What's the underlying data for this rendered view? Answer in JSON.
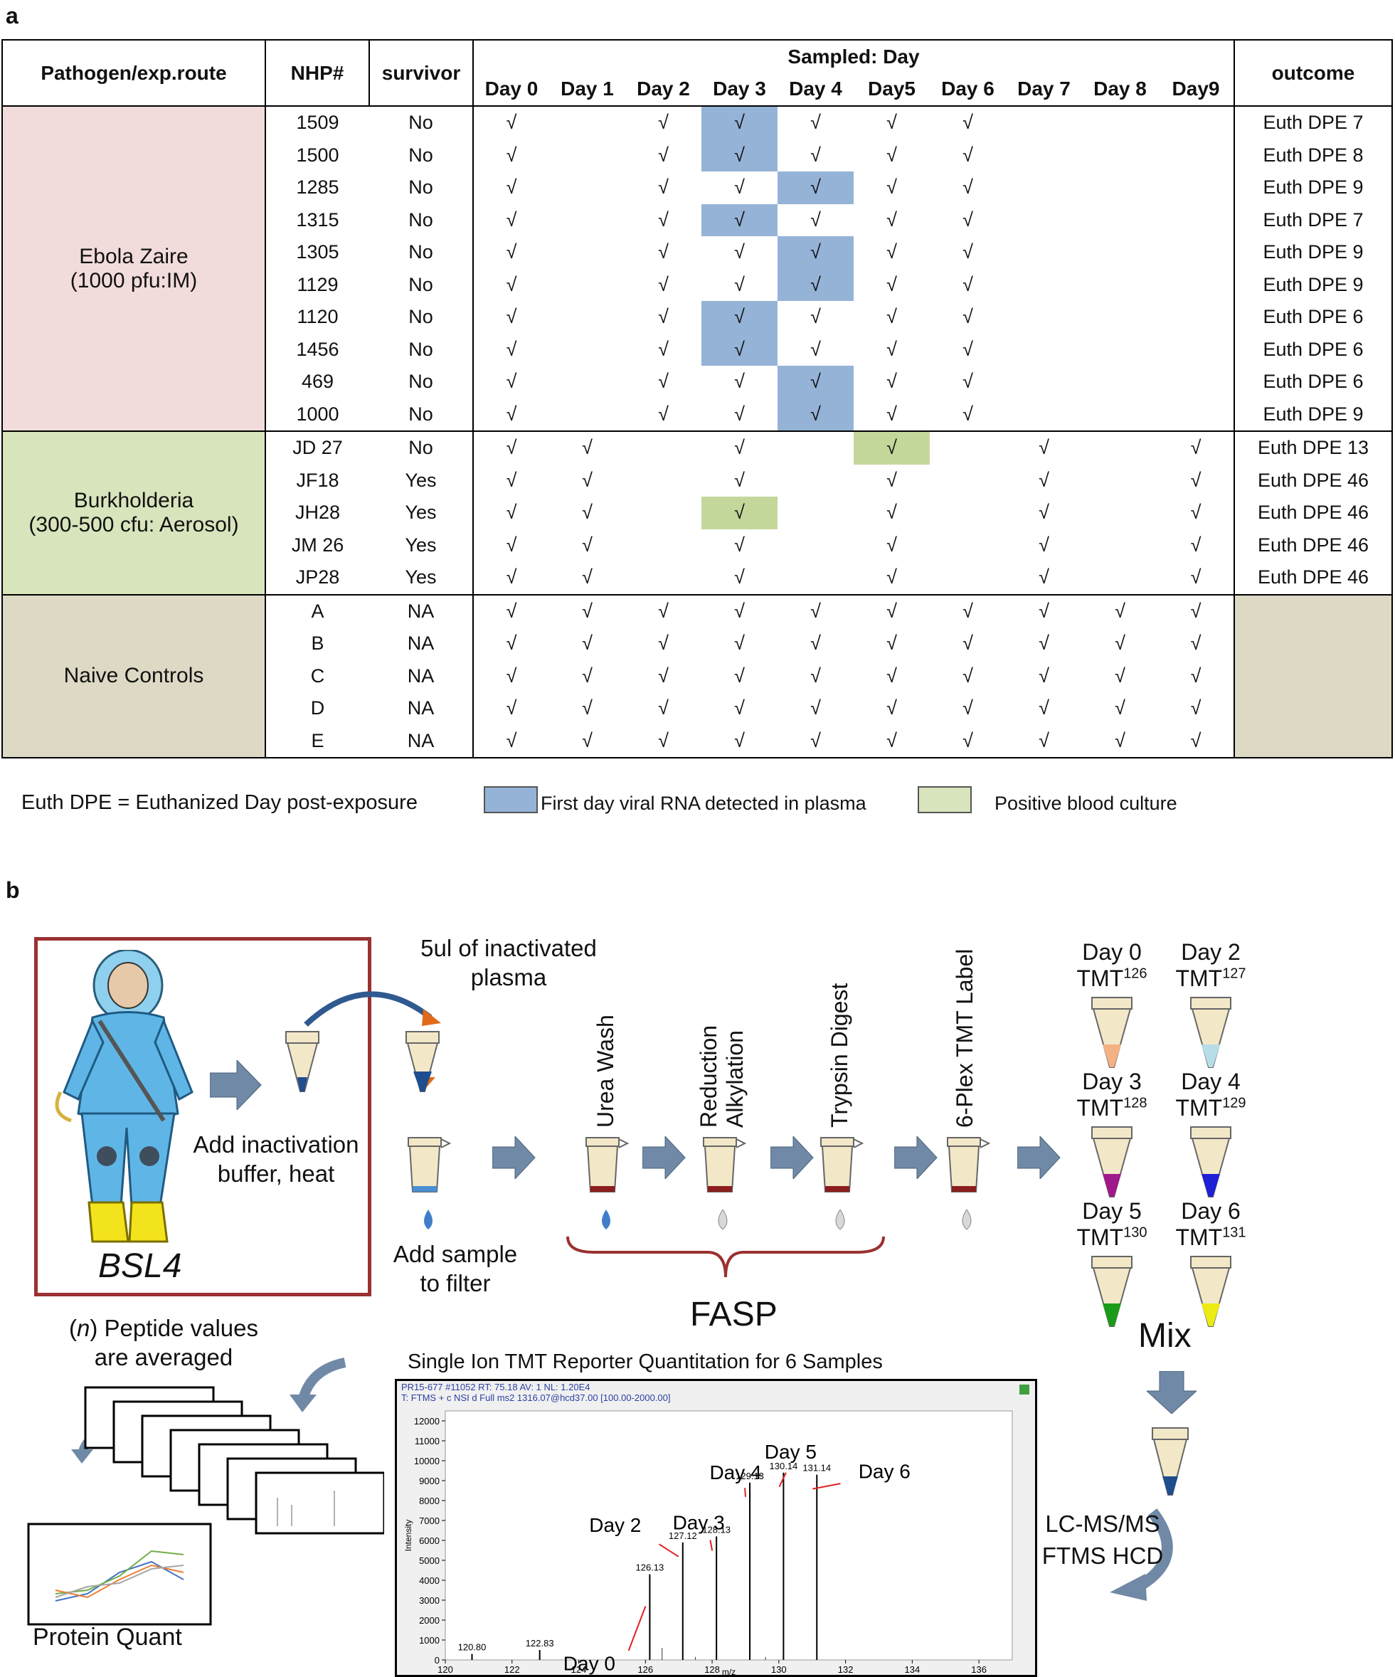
{
  "panel_a": {
    "label": "a",
    "header": {
      "pathogen": "Pathogen/exp.route",
      "nhp": "NHP#",
      "survivor": "survivor",
      "sampled": "Sampled: Day",
      "days": [
        "Day 0",
        "Day 1",
        "Day 2",
        "Day 3",
        "Day 4",
        "Day5",
        "Day 6",
        "Day 7",
        "Day 8",
        "Day9"
      ],
      "outcome": "outcome"
    },
    "groups": [
      {
        "name_line1": "Ebola Zaire",
        "name_line2": "(1000 pfu:IM)",
        "color": "#f2dcdb",
        "rows": [
          {
            "nhp": "1509",
            "survivor": "No",
            "checks": [
              1,
              0,
              1,
              1,
              1,
              1,
              1,
              0,
              0,
              0
            ],
            "blue": 3,
            "outcome": "Euth DPE 7"
          },
          {
            "nhp": "1500",
            "survivor": "No",
            "checks": [
              1,
              0,
              1,
              1,
              1,
              1,
              1,
              0,
              0,
              0
            ],
            "blue": 3,
            "outcome": "Euth DPE 8"
          },
          {
            "nhp": "1285",
            "survivor": "No",
            "checks": [
              1,
              0,
              1,
              1,
              1,
              1,
              1,
              0,
              0,
              0
            ],
            "blue": 4,
            "outcome": "Euth DPE 9"
          },
          {
            "nhp": "1315",
            "survivor": "No",
            "checks": [
              1,
              0,
              1,
              1,
              1,
              1,
              1,
              0,
              0,
              0
            ],
            "blue": 3,
            "outcome": "Euth DPE 7"
          },
          {
            "nhp": "1305",
            "survivor": "No",
            "checks": [
              1,
              0,
              1,
              1,
              1,
              1,
              1,
              0,
              0,
              0
            ],
            "blue": 4,
            "outcome": "Euth DPE 9"
          },
          {
            "nhp": "1129",
            "survivor": "No",
            "checks": [
              1,
              0,
              1,
              1,
              1,
              1,
              1,
              0,
              0,
              0
            ],
            "blue": 4,
            "outcome": "Euth DPE 9"
          },
          {
            "nhp": "1120",
            "survivor": "No",
            "checks": [
              1,
              0,
              1,
              1,
              1,
              1,
              1,
              0,
              0,
              0
            ],
            "blue": 3,
            "outcome": "Euth DPE 6"
          },
          {
            "nhp": "1456",
            "survivor": "No",
            "checks": [
              1,
              0,
              1,
              1,
              1,
              1,
              1,
              0,
              0,
              0
            ],
            "blue": 3,
            "outcome": "Euth DPE 6"
          },
          {
            "nhp": "469",
            "survivor": "No",
            "checks": [
              1,
              0,
              1,
              1,
              1,
              1,
              1,
              0,
              0,
              0
            ],
            "blue": 4,
            "outcome": "Euth DPE 6"
          },
          {
            "nhp": "1000",
            "survivor": "No",
            "checks": [
              1,
              0,
              1,
              1,
              1,
              1,
              1,
              0,
              0,
              0
            ],
            "blue": 4,
            "outcome": "Euth DPE 9"
          }
        ]
      },
      {
        "name_line1": "Burkholderia",
        "name_line2": "(300-500 cfu: Aerosol)",
        "color": "#d8e4bc",
        "rows": [
          {
            "nhp": "JD 27",
            "survivor": "No",
            "checks": [
              1,
              1,
              0,
              1,
              0,
              1,
              0,
              1,
              0,
              1
            ],
            "green": 5,
            "outcome": "Euth DPE 13"
          },
          {
            "nhp": "JF18",
            "survivor": "Yes",
            "checks": [
              1,
              1,
              0,
              1,
              0,
              1,
              0,
              1,
              0,
              1
            ],
            "outcome": "Euth DPE 46"
          },
          {
            "nhp": "JH28",
            "survivor": "Yes",
            "checks": [
              1,
              1,
              0,
              1,
              0,
              1,
              0,
              1,
              0,
              1
            ],
            "green": 3,
            "outcome": "Euth DPE 46"
          },
          {
            "nhp": "JM 26",
            "survivor": "Yes",
            "checks": [
              1,
              1,
              0,
              1,
              0,
              1,
              0,
              1,
              0,
              1
            ],
            "outcome": "Euth DPE 46"
          },
          {
            "nhp": "JP28",
            "survivor": "Yes",
            "checks": [
              1,
              1,
              0,
              1,
              0,
              1,
              0,
              1,
              0,
              1
            ],
            "outcome": "Euth DPE 46"
          }
        ]
      },
      {
        "name_line1": "Naive Controls",
        "name_line2": "",
        "color": "#ddd9c4",
        "rows": [
          {
            "nhp": "A",
            "survivor": "NA",
            "checks": [
              1,
              1,
              1,
              1,
              1,
              1,
              1,
              1,
              1,
              1
            ],
            "outcome": ""
          },
          {
            "nhp": "B",
            "survivor": "NA",
            "checks": [
              1,
              1,
              1,
              1,
              1,
              1,
              1,
              1,
              1,
              1
            ],
            "outcome": ""
          },
          {
            "nhp": "C",
            "survivor": "NA",
            "checks": [
              1,
              1,
              1,
              1,
              1,
              1,
              1,
              1,
              1,
              1
            ],
            "outcome": ""
          },
          {
            "nhp": "D",
            "survivor": "NA",
            "checks": [
              1,
              1,
              1,
              1,
              1,
              1,
              1,
              1,
              1,
              1
            ],
            "outcome": ""
          },
          {
            "nhp": "E",
            "survivor": "NA",
            "checks": [
              1,
              1,
              1,
              1,
              1,
              1,
              1,
              1,
              1,
              1
            ],
            "outcome": ""
          }
        ]
      }
    ],
    "check_glyph": "√",
    "legend": {
      "euth": "Euth DPE =  Euthanized Day post-exposure",
      "blue_label": "First day viral RNA detected in plasma",
      "green_label": "Positive blood culture",
      "blue_color": "#95b3d7",
      "green_color": "#c4d79b"
    }
  },
  "panel_b": {
    "label": "b",
    "bsl4": "BSL4",
    "add_inactivation": "Add inactivation buffer, heat",
    "inactivated_plasma": "5ul of inactivated plasma",
    "add_sample": "Add sample to filter",
    "steps": [
      "Urea Wash",
      "Reduction",
      "Alkylation",
      "Trypsin Digest",
      "6-Plex TMT Label"
    ],
    "fasp": "FASP",
    "mix": "Mix",
    "lcms": "LC-MS/MS",
    "ftms": "FTMS HCD",
    "peptide_line1": "(n) Peptide values",
    "peptide_line2": "are averaged",
    "protein_quant": "Protein Quant",
    "tmt_tubes": [
      {
        "day": "Day 0",
        "tmt": "TMT",
        "num": "126",
        "color": "#f4b183"
      },
      {
        "day": "Day 2",
        "tmt": "TMT",
        "num": "127",
        "color": "#b7dde8"
      },
      {
        "day": "Day 3",
        "tmt": "TMT",
        "num": "128",
        "color": "#a0198c"
      },
      {
        "day": "Day 4",
        "tmt": "TMT",
        "num": "129",
        "color": "#1f1fd6"
      },
      {
        "day": "Day 5",
        "tmt": "TMT",
        "num": "130",
        "color": "#1a9c1a"
      },
      {
        "day": "Day 6",
        "tmt": "TMT",
        "num": "131",
        "color": "#ecec12"
      }
    ]
  },
  "chart_data": {
    "type": "bar",
    "title": "Single Ion TMT Reporter Quantitation for 6 Samples",
    "header_line1": "PR15-677 #11052   RT: 75.18   AV: 1   NL: 1.20E4",
    "header_line2": "T: FTMS + c NSI d Full ms2 1316.07@hcd37.00 [100.00-2000.00]",
    "xlabel": "m/z",
    "ylabel": "Intensity",
    "xlim": [
      120,
      137
    ],
    "ylim": [
      0,
      12500
    ],
    "x_ticks": [
      120,
      122,
      124,
      126,
      128,
      130,
      132,
      134,
      136
    ],
    "y_ticks": [
      0,
      1000,
      2000,
      3000,
      4000,
      5000,
      6000,
      7000,
      8000,
      9000,
      10000,
      11000,
      12000
    ],
    "peaks": [
      {
        "mz": 120.8,
        "label": "120.80",
        "intensity": 300
      },
      {
        "mz": 122.83,
        "label": "122.83",
        "intensity": 500
      },
      {
        "mz": 126.13,
        "label": "126.13",
        "intensity": 4300
      },
      {
        "mz": 127.12,
        "label": "127.12",
        "intensity": 5900
      },
      {
        "mz": 128.13,
        "label": "128.13",
        "intensity": 6200
      },
      {
        "mz": 129.13,
        "label": "129.13",
        "intensity": 8900
      },
      {
        "mz": 130.14,
        "label": "130.14",
        "intensity": 9400
      },
      {
        "mz": 131.14,
        "label": "131.14",
        "intensity": 9300
      }
    ],
    "minor_peaks": [
      {
        "mz": 126.5,
        "intensity": 600
      },
      {
        "mz": 127.5,
        "intensity": 150
      },
      {
        "mz": 129.6,
        "intensity": 150
      }
    ],
    "annotations": [
      {
        "text": "Day 0",
        "mz": 126.13
      },
      {
        "text": "Day 2",
        "mz": 127.12
      },
      {
        "text": "Day 3",
        "mz": 128.13
      },
      {
        "text": "Day 4",
        "mz": 129.13
      },
      {
        "text": "Day 5",
        "mz": 130.14
      },
      {
        "text": "Day 6",
        "mz": 131.14
      }
    ]
  }
}
